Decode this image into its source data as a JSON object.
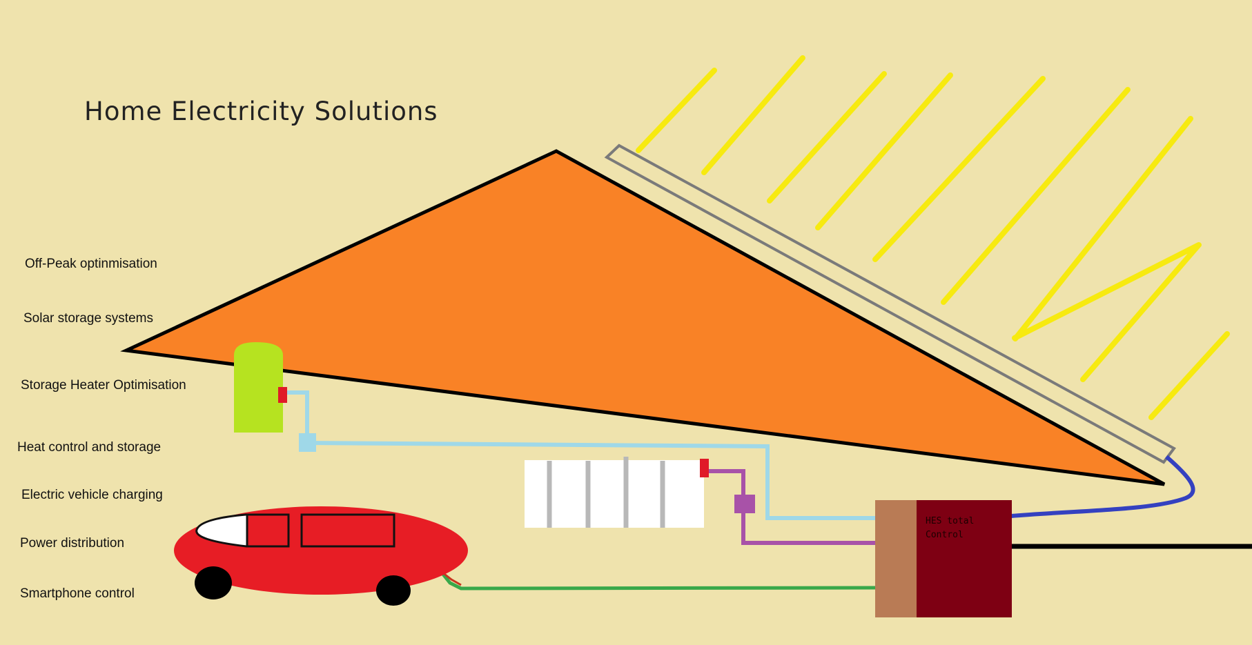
{
  "title": "Home Electricity Solutions",
  "features": [
    "Off-Peak optinmisation",
    "Solar storage systems",
    "Storage Heater Optimisation",
    "Heat control and storage",
    "Electric vehicle charging",
    "Power distribution",
    "Smartphone control"
  ],
  "control_unit": {
    "label": "HES total\nControl"
  },
  "colors": {
    "background": "#efe3ad",
    "roof": "#f98226",
    "sun_rays": "#f7ea10",
    "water_tank": "#b6e320",
    "car": "#e71d25",
    "control_unit": "#7e0013",
    "control_unit_side": "#b97b55",
    "heat_pipe": "#9fd8e8",
    "heater_pipe": "#a852a8",
    "ev_cable": "#39a84a",
    "solar_cable": "#3441c0",
    "grid_line": "#000000"
  }
}
